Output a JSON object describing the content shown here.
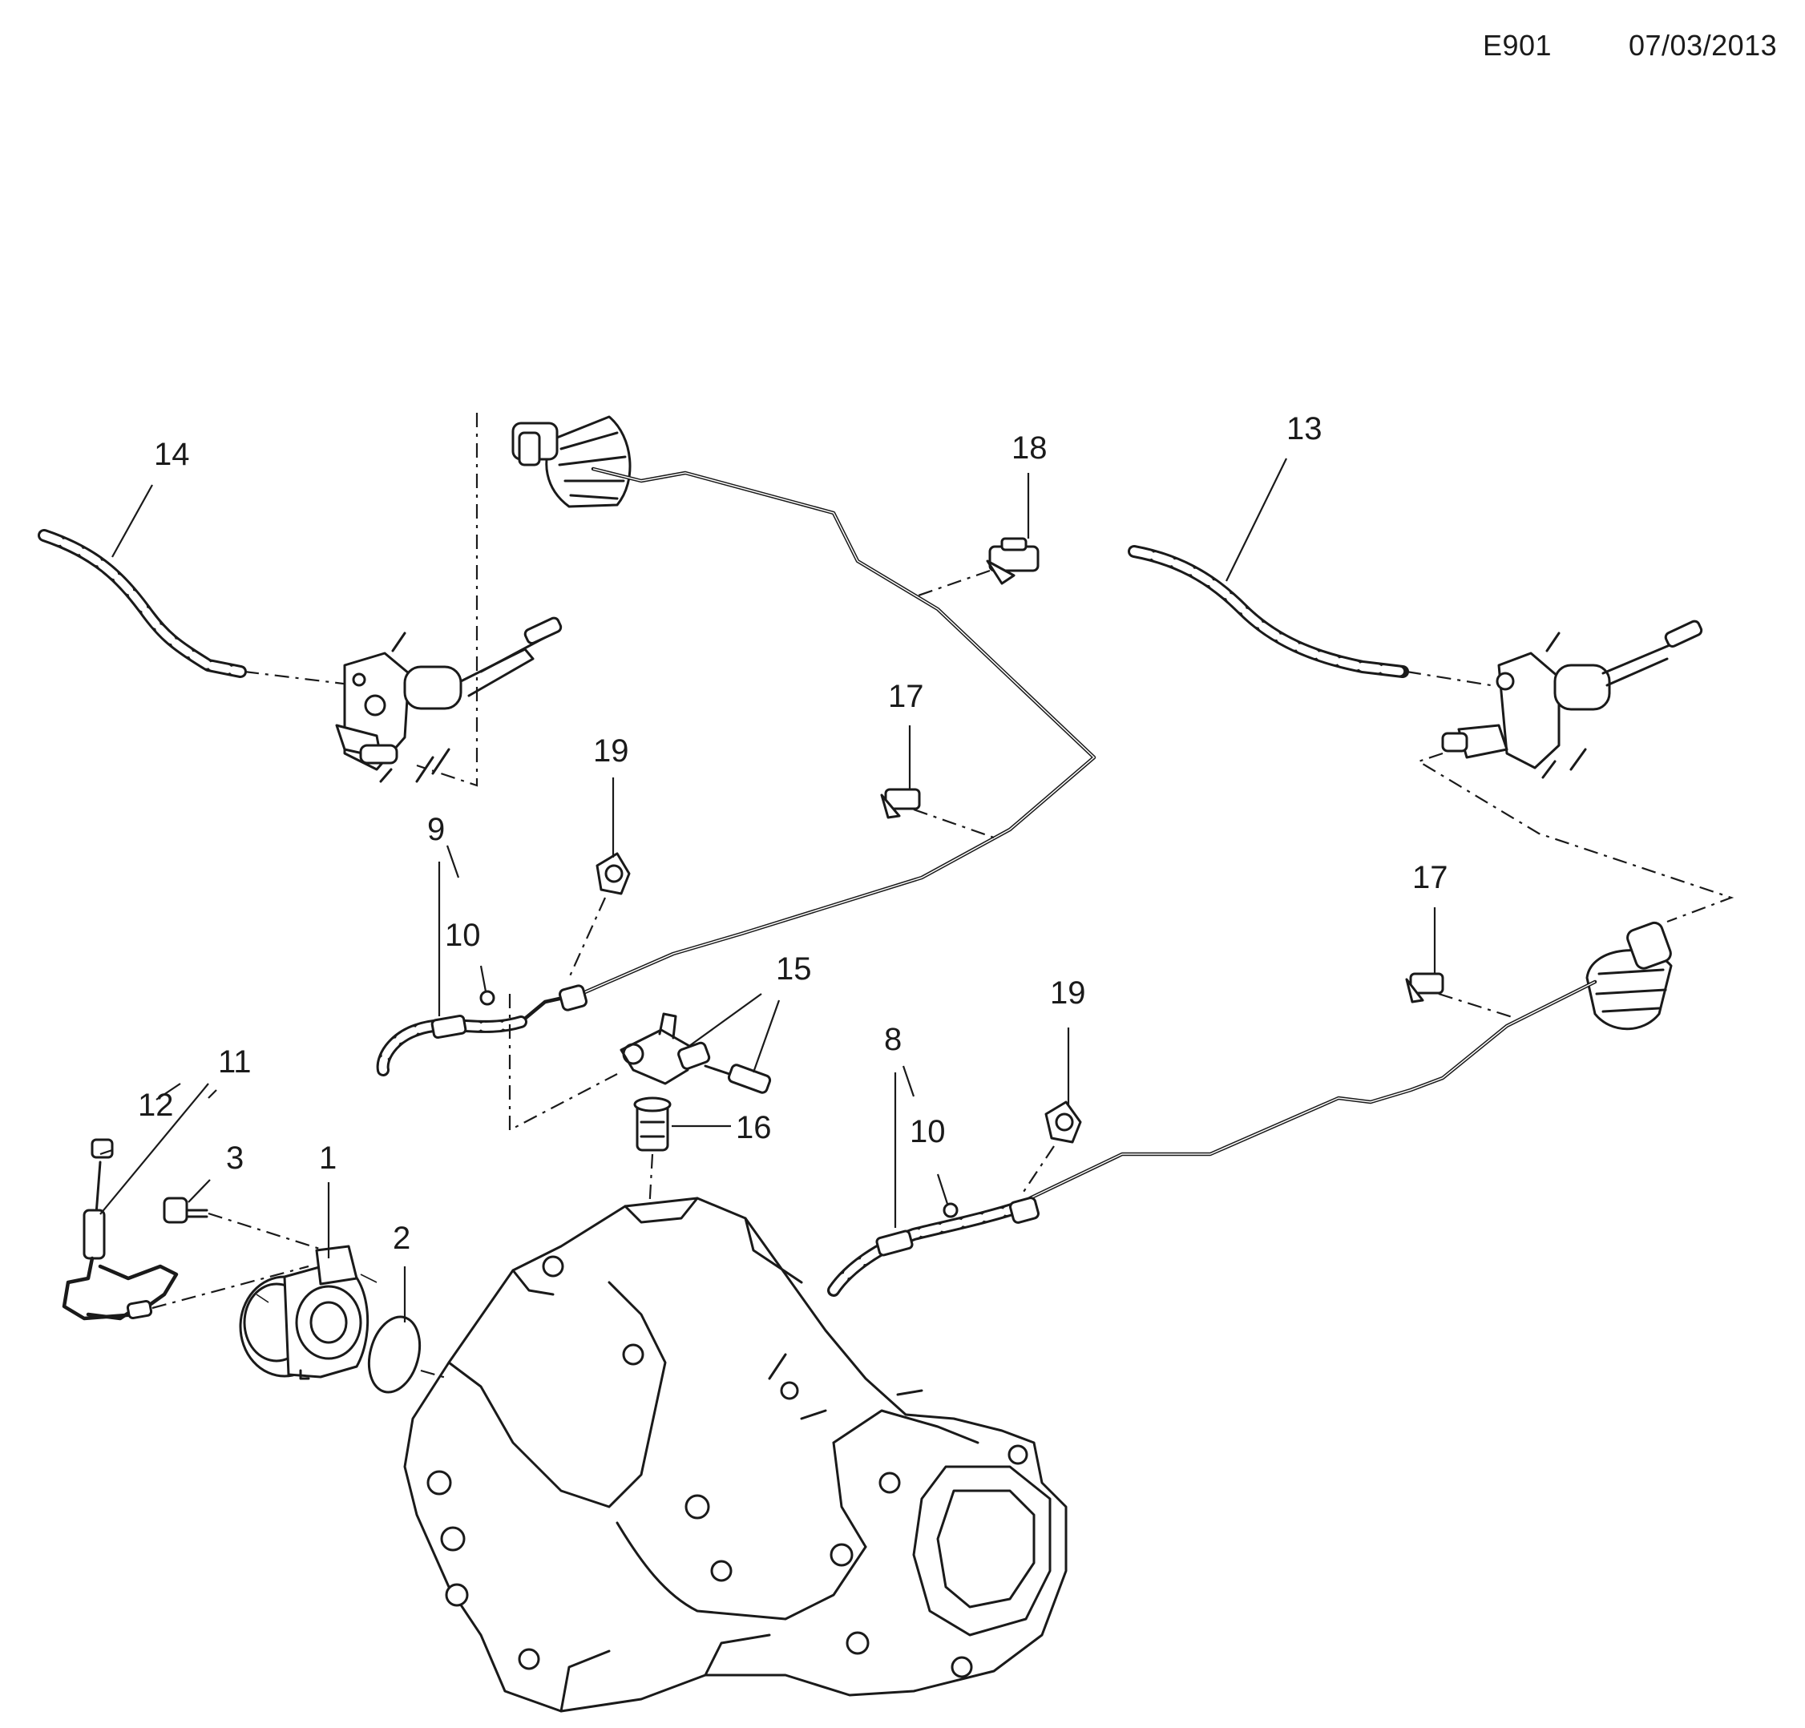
{
  "header": {
    "diagram_code": "E901",
    "date": "07/03/2013"
  },
  "callouts": {
    "c1": "1",
    "c2": "2",
    "c3": "3",
    "c8": "8",
    "c9": "9",
    "c10a": "10",
    "c10b": "10",
    "c11": "11",
    "c12": "12",
    "c13": "13",
    "c14": "14",
    "c15": "15",
    "c16": "16",
    "c17a": "17",
    "c17b": "17",
    "c18": "18",
    "c19a": "19",
    "c19b": "19"
  },
  "colors": {
    "line": "#1a1a1a",
    "background": "#ffffff"
  }
}
